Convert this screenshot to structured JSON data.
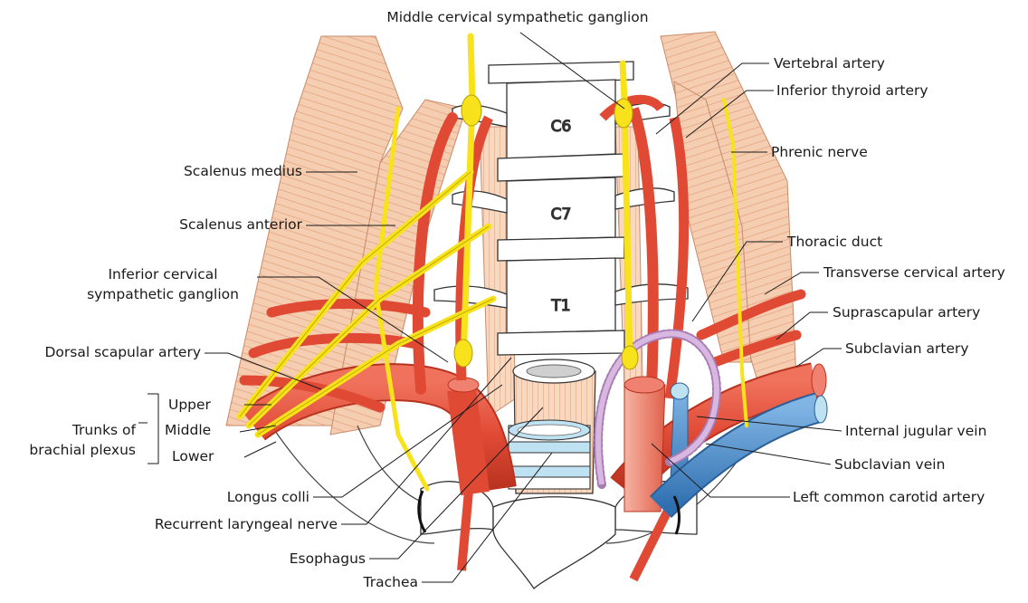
{
  "labels": {
    "middle_cervical_ganglion": "Middle cervical sympathetic ganglion",
    "vertebral_artery": "Vertebral artery",
    "inferior_thyroid_artery": "Inferior thyroid artery",
    "phrenic_nerve": "Phrenic nerve",
    "scalenus_medius": "Scalenus medius",
    "scalenus_anterior": "Scalenus anterior",
    "inferior_cervical_ganglion_line1": "Inferior cervical",
    "inferior_cervical_ganglion_line2": "sympathetic ganglion",
    "thoracic_duct": "Thoracic duct",
    "transverse_cervical_artery": "Transverse cervical artery",
    "suprascapular_artery": "Suprascapular artery",
    "dorsal_scapular_artery": "Dorsal scapular artery",
    "subclavian_artery": "Subclavian artery",
    "trunk_upper": "Upper",
    "trunk_middle": "Middle",
    "trunk_lower": "Lower",
    "trunks_title_line1": "Trunks of",
    "trunks_title_line2": "brachial plexus",
    "internal_jugular_vein": "Internal jugular vein",
    "subclavian_vein": "Subclavian vein",
    "left_common_carotid_artery": "Left common carotid artery",
    "longus_colli": "Longus colli",
    "recurrent_laryngeal_nerve": "Recurrent laryngeal nerve",
    "esophagus": "Esophagus",
    "trachea": "Trachea"
  },
  "vertebrae": {
    "c6": "C6",
    "c7": "C7",
    "t1": "T1"
  },
  "colors": {
    "artery": "#e8513e",
    "artery_dark": "#b8321f",
    "vein": "#3f86c8",
    "nerve": "#f7e21b",
    "muscle": "#f3c3a1",
    "thoracic_duct": "#c9a3d1",
    "bone": "#ffffff",
    "leader": "#1a1a1a"
  }
}
